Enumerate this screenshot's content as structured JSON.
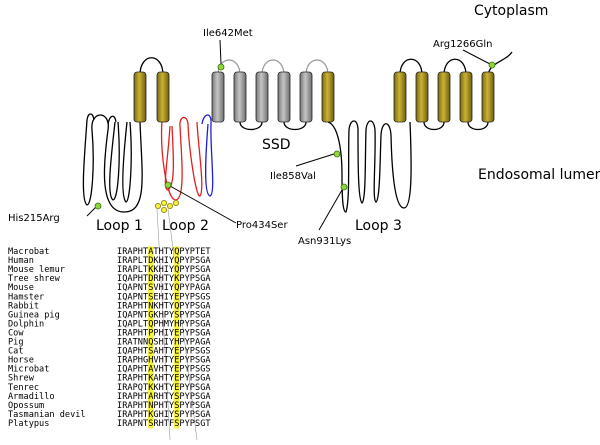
{
  "compartments": {
    "cytoplasm": "Cytoplasm",
    "endosomal_lumen": "Endosomal lumen"
  },
  "domain_label": "SSD",
  "loops": [
    "Loop 1",
    "Loop 2",
    "Loop 3"
  ],
  "mutations": [
    "Ile642Met",
    "Arg1266Gln",
    "Ile858Val",
    "His215Arg",
    "Pro434Ser",
    "Asn931Lys"
  ],
  "alignment": {
    "rows": [
      {
        "species": "Macrobat",
        "pre": "IRAPHT",
        "h1": "A",
        "mid": "THTY",
        "h2": "Q",
        "post": "PYPTET"
      },
      {
        "species": "Human",
        "pre": "IRAPLT",
        "h1": "D",
        "mid": "KHIY",
        "h2": "Q",
        "post": "PYPSGA"
      },
      {
        "species": "Mouse lemur",
        "pre": "IRAPLT",
        "h1": "K",
        "mid": "KHIY",
        "h2": "Q",
        "post": "PYPSGA"
      },
      {
        "species": "Tree shrew",
        "pre": "IQAPHT",
        "h1": "D",
        "mid": "RHTY",
        "h2": "K",
        "post": "PYPSGA"
      },
      {
        "species": "Mouse",
        "pre": "IQAPNT",
        "h1": "S",
        "mid": "VHIY",
        "h2": "Q",
        "post": "PYPAGA"
      },
      {
        "species": "Hamster",
        "pre": "IQAPNT",
        "h1": "S",
        "mid": "EHIY",
        "h2": "E",
        "post": "PYPSGS"
      },
      {
        "species": "Rabbit",
        "pre": "IRAPHT",
        "h1": "N",
        "mid": "KHTY",
        "h2": "Q",
        "post": "PYPSGA"
      },
      {
        "species": "Guinea pig",
        "pre": "IQAPNT",
        "h1": "G",
        "mid": "KHPY",
        "h2": "S",
        "post": "PYPSGA"
      },
      {
        "species": "Dolphin",
        "pre": "IQAPLT",
        "h1": "Q",
        "mid": "PHMY",
        "h2": "H",
        "post": "PYPSGA"
      },
      {
        "species": "Cow",
        "pre": "IRAPHT",
        "h1": "P",
        "mid": "PHIY",
        "h2": "E",
        "post": "PYPSGA"
      },
      {
        "species": "Pig",
        "pre": "IRATNN",
        "h1": "Q",
        "mid": "SHIY",
        "h2": "H",
        "post": "PYPAGA"
      },
      {
        "species": "Cat",
        "pre": "IQAPHT",
        "h1": "S",
        "mid": "AHTY",
        "h2": "E",
        "post": "PYPSGS"
      },
      {
        "species": "Horse",
        "pre": "IRAPHG",
        "h1": "H",
        "mid": "VHTY",
        "h2": "E",
        "post": "PYPSGA"
      },
      {
        "species": "Microbat",
        "pre": "IQAPHT",
        "h1": "A",
        "mid": "VHTY",
        "h2": "E",
        "post": "PYPSGS"
      },
      {
        "species": "Shrew",
        "pre": "IRAPHT",
        "h1": "K",
        "mid": "AHTY",
        "h2": "E",
        "post": "PYPSGA"
      },
      {
        "species": "Tenrec",
        "pre": "IRAPQT",
        "h1": "K",
        "mid": "KHTY",
        "h2": "E",
        "post": "PYPSGA"
      },
      {
        "species": "Armadillo",
        "pre": "IRAPHT",
        "h1": "A",
        "mid": "RHTY",
        "h2": "S",
        "post": "PYPSGA"
      },
      {
        "species": "Opossum",
        "pre": "IRAPHT",
        "h1": "N",
        "mid": "PHTY",
        "h2": "S",
        "post": "PYPSGA"
      },
      {
        "species": "Tasmanian devil",
        "pre": "IRAPHT",
        "h1": "K",
        "mid": "GHIY",
        "h2": "S",
        "post": "PYPSGA"
      },
      {
        "species": "Platypus",
        "pre": "IRAPNT",
        "h1": "S",
        "mid": "RHTF",
        "h2": "S",
        "post": "PYPSGT"
      }
    ]
  },
  "colors": {
    "helix_gold": "#b09a1e",
    "helix_gray": "#a8a8a8",
    "loop2_red": "#e02020",
    "loop2_blue": "#2020d0",
    "mutation_dot": "#8ed63a",
    "highlight_yellow": "#f5f23c"
  }
}
